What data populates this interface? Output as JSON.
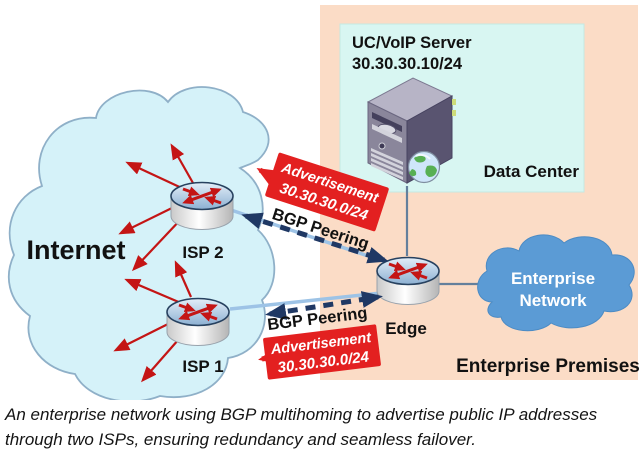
{
  "caption": {
    "line1": "An enterprise network using BGP multihoming to advertise public IP addresses",
    "line2": "through two ISPs, ensuring redundancy and seamless failover."
  },
  "internet": {
    "label": "Internet",
    "isp2_label": "ISP 2",
    "isp1_label": "ISP 1"
  },
  "premises": {
    "label": "Enterprise Premises",
    "edge_label": "Edge",
    "data_center": {
      "label": "Data Center",
      "server_name": "UC/VoIP Server",
      "server_ip": "30.30.30.10/24"
    },
    "enterprise_cloud": {
      "line1": "Enterprise",
      "line2": "Network"
    }
  },
  "links": {
    "bgp_top_label": "BGP Peering",
    "bgp_bottom_label": "BGP Peering",
    "advert_top": {
      "line1": "Advertisement",
      "line2": "30.30.30.0/24"
    },
    "advert_bottom": {
      "line1": "Advertisement",
      "line2": "30.30.30.0/24"
    }
  },
  "colors": {
    "premises-bg": "#fbdcc6",
    "datacenter-bg": "#d8f6f2",
    "internet-cloud": "#d5f2f9",
    "cloud-border": "#8fb0c8",
    "enterprise-cloud": "#5b9bd5",
    "navy": "#1f3864",
    "link-light": "#9dc3e6",
    "banner-red": "#e32020",
    "arrow-red": "#c41515",
    "wire": "#64809c"
  }
}
